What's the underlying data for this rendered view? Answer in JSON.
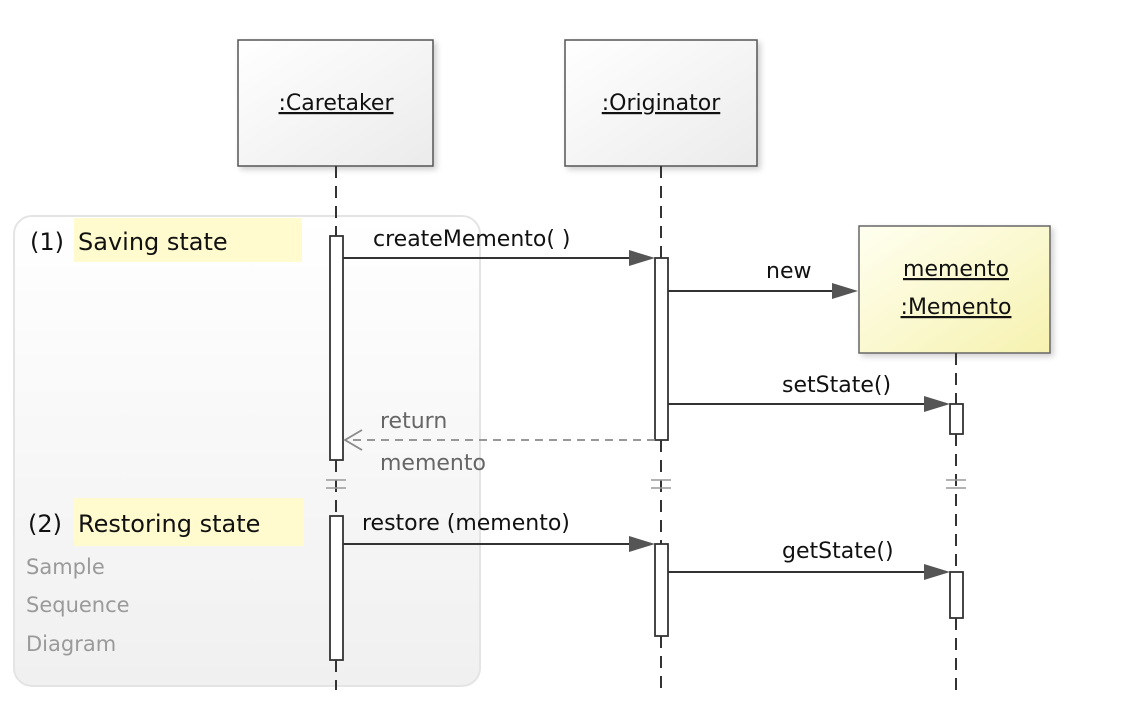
{
  "participants": {
    "caretaker": ":Caretaker",
    "originator": ":Originator",
    "memento_line1": "memento",
    "memento_line2": ":Memento"
  },
  "fragments": {
    "saving": {
      "number": "(1)",
      "title": "Saving state"
    },
    "restoring": {
      "number": "(2)",
      "title": "Restoring state"
    }
  },
  "messages": {
    "create_memento": "createMemento( )",
    "new": "new",
    "set_state": "setState()",
    "return_line1": "return",
    "return_line2": "memento",
    "restore": "restore (memento)",
    "get_state": "getState()"
  },
  "caption": {
    "line1": "Sample",
    "line2": "Sequence",
    "line3": "Diagram"
  },
  "colors": {
    "highlight": "#fffbcf",
    "participant_fill": "#f4f4f4",
    "memento_fill": "#fdfbd0",
    "caption_text": "#9a9a9a"
  }
}
